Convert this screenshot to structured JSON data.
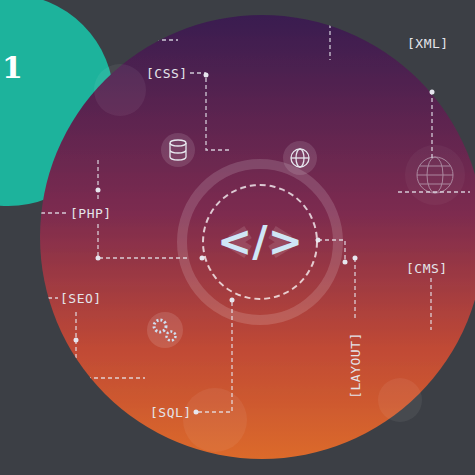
{
  "diagram": {
    "nodes": [
      {
        "text": [
          "1"
        ]
      },
      {
        "text": [
          "</>"
        ]
      }
    ],
    "labels": [
      "[CSS]",
      "[XML]",
      "[PHP]",
      "[CMS]",
      "[SEO]",
      "[SQL]",
      "[LAYOUT]"
    ]
  }
}
